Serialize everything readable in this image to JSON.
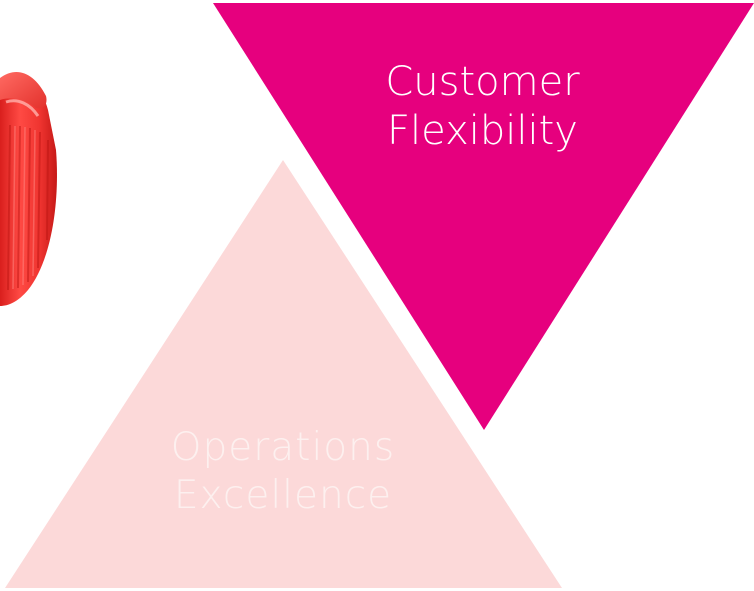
{
  "product_image": {
    "icon": "red-bottle-cap-icon",
    "color": "#e8302f"
  },
  "top_triangle": {
    "line1": "Customer",
    "line2": "Flexibility",
    "fill_color": "#e6007e",
    "text_color": "#ffffff"
  },
  "bottom_triangle": {
    "line1": "Operations",
    "line2": "Excellence",
    "fill_color": "#fcd9d9",
    "text_color": "#fdf0ef"
  }
}
